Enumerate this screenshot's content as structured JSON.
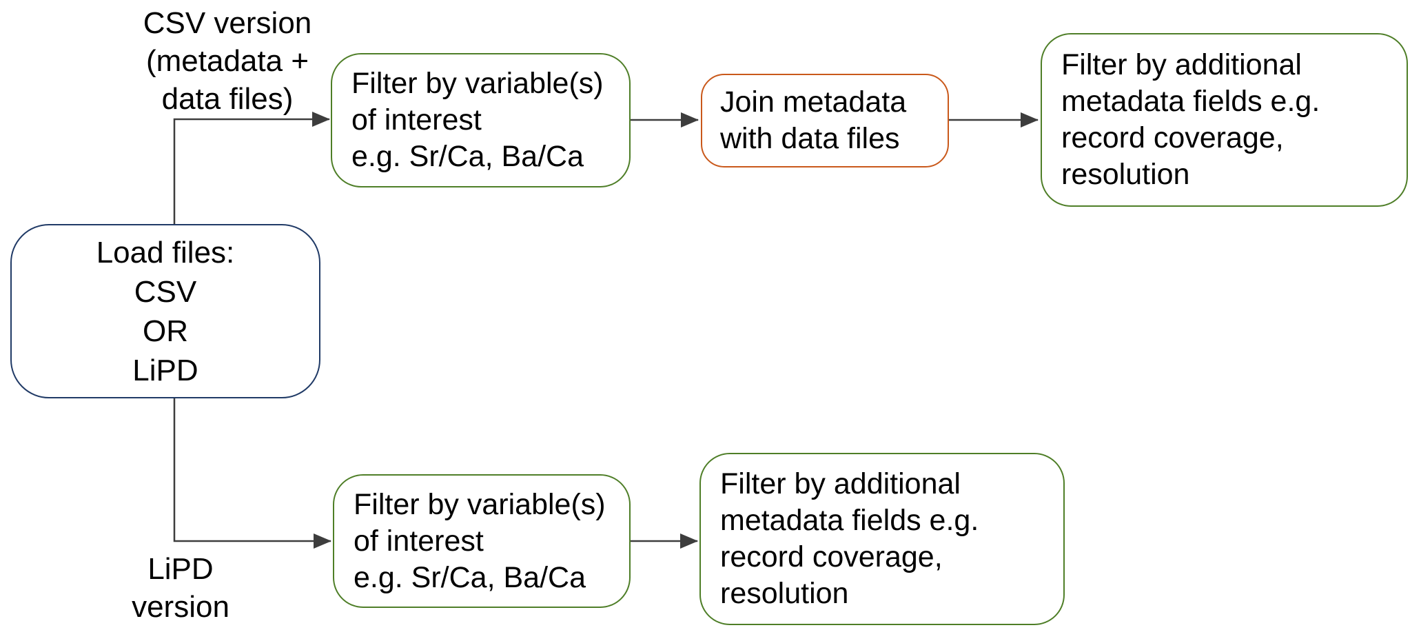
{
  "diagram": {
    "kind": "flowchart",
    "colors": {
      "green": "#4e7e27",
      "orange": "#c9581a",
      "navy": "#203a66",
      "connector": "#3d3d3d",
      "text": "#000000",
      "background": "#ffffff"
    },
    "labels": {
      "csv_branch": "CSV version\n(metadata +\ndata files)",
      "lipd_branch": "LiPD\nversion"
    },
    "nodes": {
      "load": "Load files:\nCSV\nOR\nLiPD",
      "filter_vars_top": "Filter by variable(s)\nof interest\ne.g. Sr/Ca, Ba/Ca",
      "join": "Join metadata\nwith data files",
      "filter_meta_top": "Filter by additional\nmetadata fields e.g.\nrecord coverage,\nresolution",
      "filter_vars_bottom": "Filter by variable(s)\nof interest\ne.g. Sr/Ca, Ba/Ca",
      "filter_meta_bottom": "Filter by additional\nmetadata fields e.g.\nrecord coverage,\nresolution"
    }
  }
}
